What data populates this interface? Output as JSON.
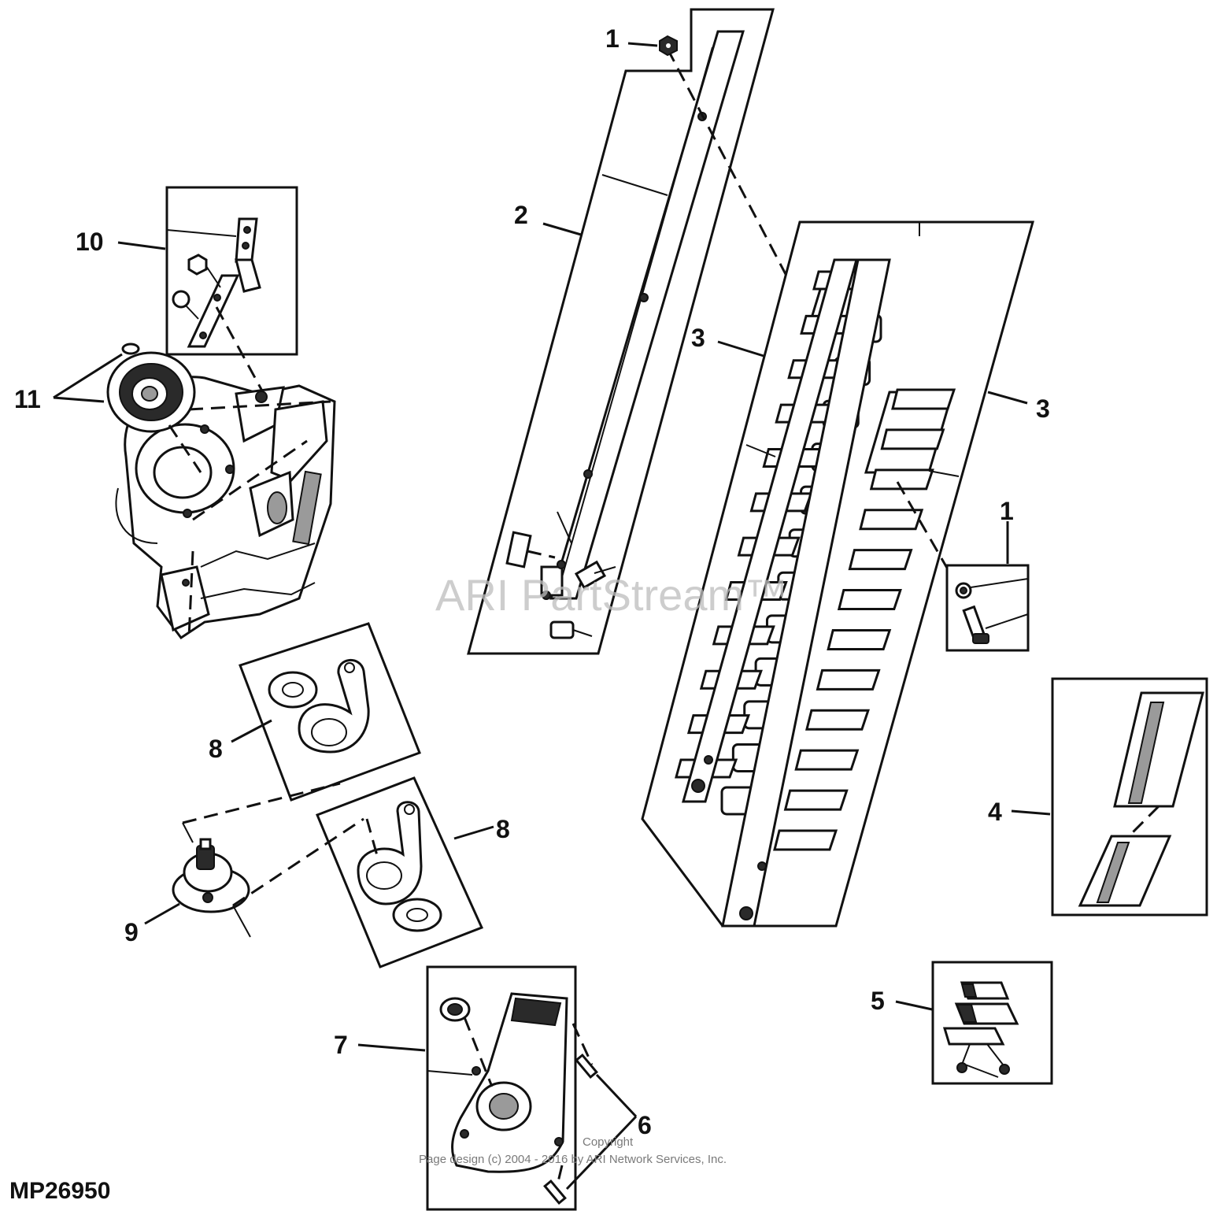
{
  "diagram": {
    "id_label": "MP26950",
    "watermark": "ARI PartStream™",
    "copyright_line1": "Copyright",
    "copyright_line2": "Page design (c) 2004 - 2016 by ARI Network Services, Inc."
  },
  "callouts": [
    {
      "key": "c1_top",
      "label": "1"
    },
    {
      "key": "c1_right",
      "label": "1"
    },
    {
      "key": "c2",
      "label": "2"
    },
    {
      "key": "c3_left",
      "label": "3"
    },
    {
      "key": "c3_right",
      "label": "3"
    },
    {
      "key": "c4",
      "label": "4"
    },
    {
      "key": "c5",
      "label": "5"
    },
    {
      "key": "c6",
      "label": "6"
    },
    {
      "key": "c7",
      "label": "7"
    },
    {
      "key": "c8_upper",
      "label": "8"
    },
    {
      "key": "c8_lower",
      "label": "8"
    },
    {
      "key": "c9",
      "label": "9"
    },
    {
      "key": "c10",
      "label": "10"
    },
    {
      "key": "c11",
      "label": "11"
    }
  ]
}
